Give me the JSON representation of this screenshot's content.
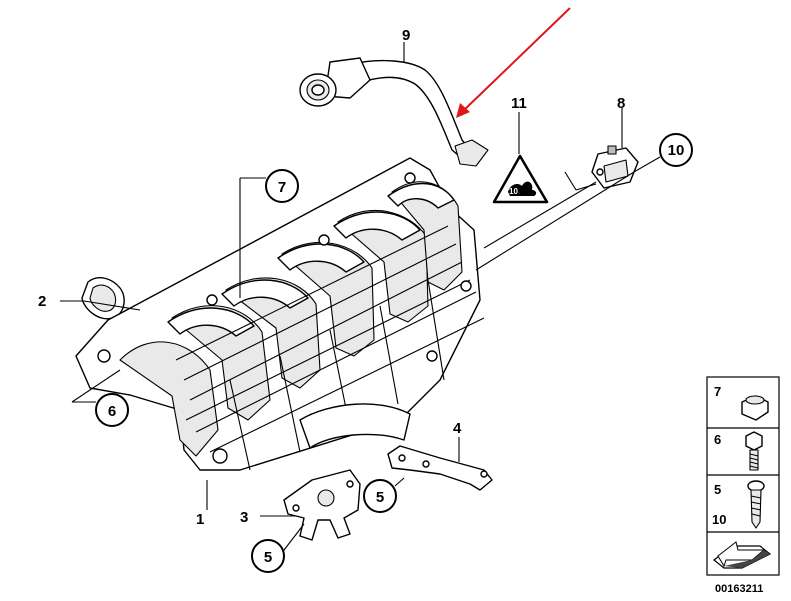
{
  "callouts": {
    "c1": "1",
    "c2": "2",
    "c3": "3",
    "c4": "4",
    "c5a": "5",
    "c5b": "5",
    "c6": "6",
    "c7": "7",
    "c8": "8",
    "c9": "9",
    "c10": "10",
    "c11": "11"
  },
  "legend": {
    "row7": "7",
    "row6": "6",
    "row5": "5",
    "row10": "10"
  },
  "diagram_id": "00163211",
  "colors": {
    "arrow": "#e0161b",
    "line": "#000000",
    "shade": "#e9e9e9"
  }
}
